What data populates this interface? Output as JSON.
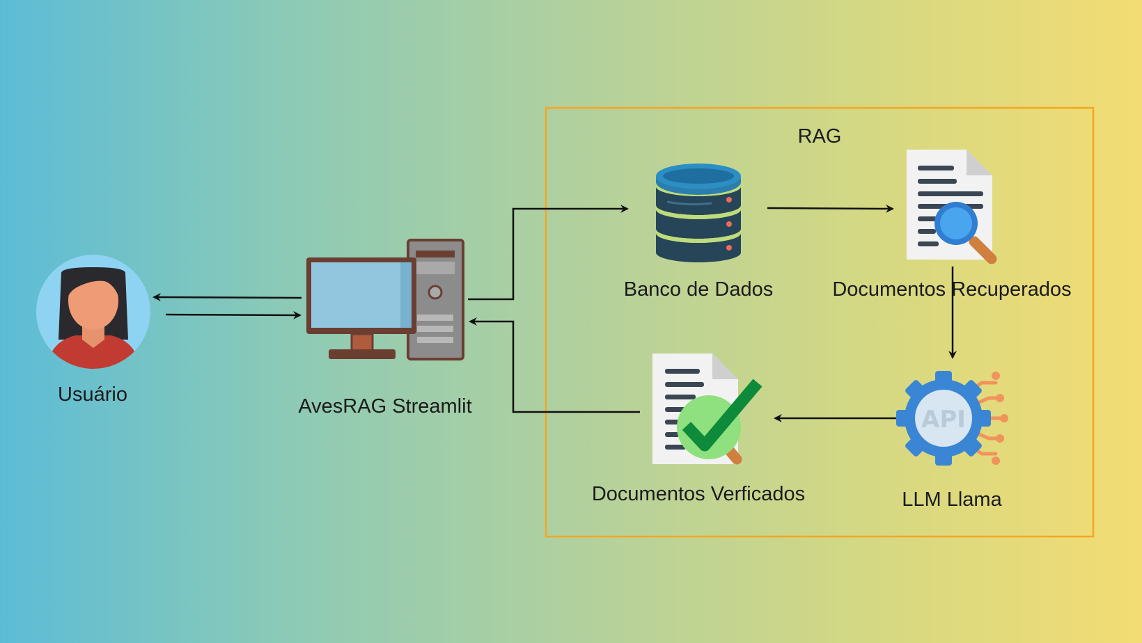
{
  "diagram": {
    "group_title": "RAG",
    "nodes": {
      "user": "Usuário",
      "app": "AvesRAG Streamlit",
      "database": "Banco de Dados",
      "retrieved_docs": "Documentos Recuperados",
      "llm": "LLM Llama",
      "verified_docs": "Documentos Verficados"
    },
    "icons": {
      "user": "woman-avatar-icon",
      "app": "desktop-computer-icon",
      "database": "database-icon",
      "retrieved_docs": "document-search-icon",
      "llm": "api-gear-icon",
      "verified_docs": "document-check-icon"
    },
    "colors": {
      "group_border": "#f5a623",
      "arrows": "#111111"
    }
  }
}
